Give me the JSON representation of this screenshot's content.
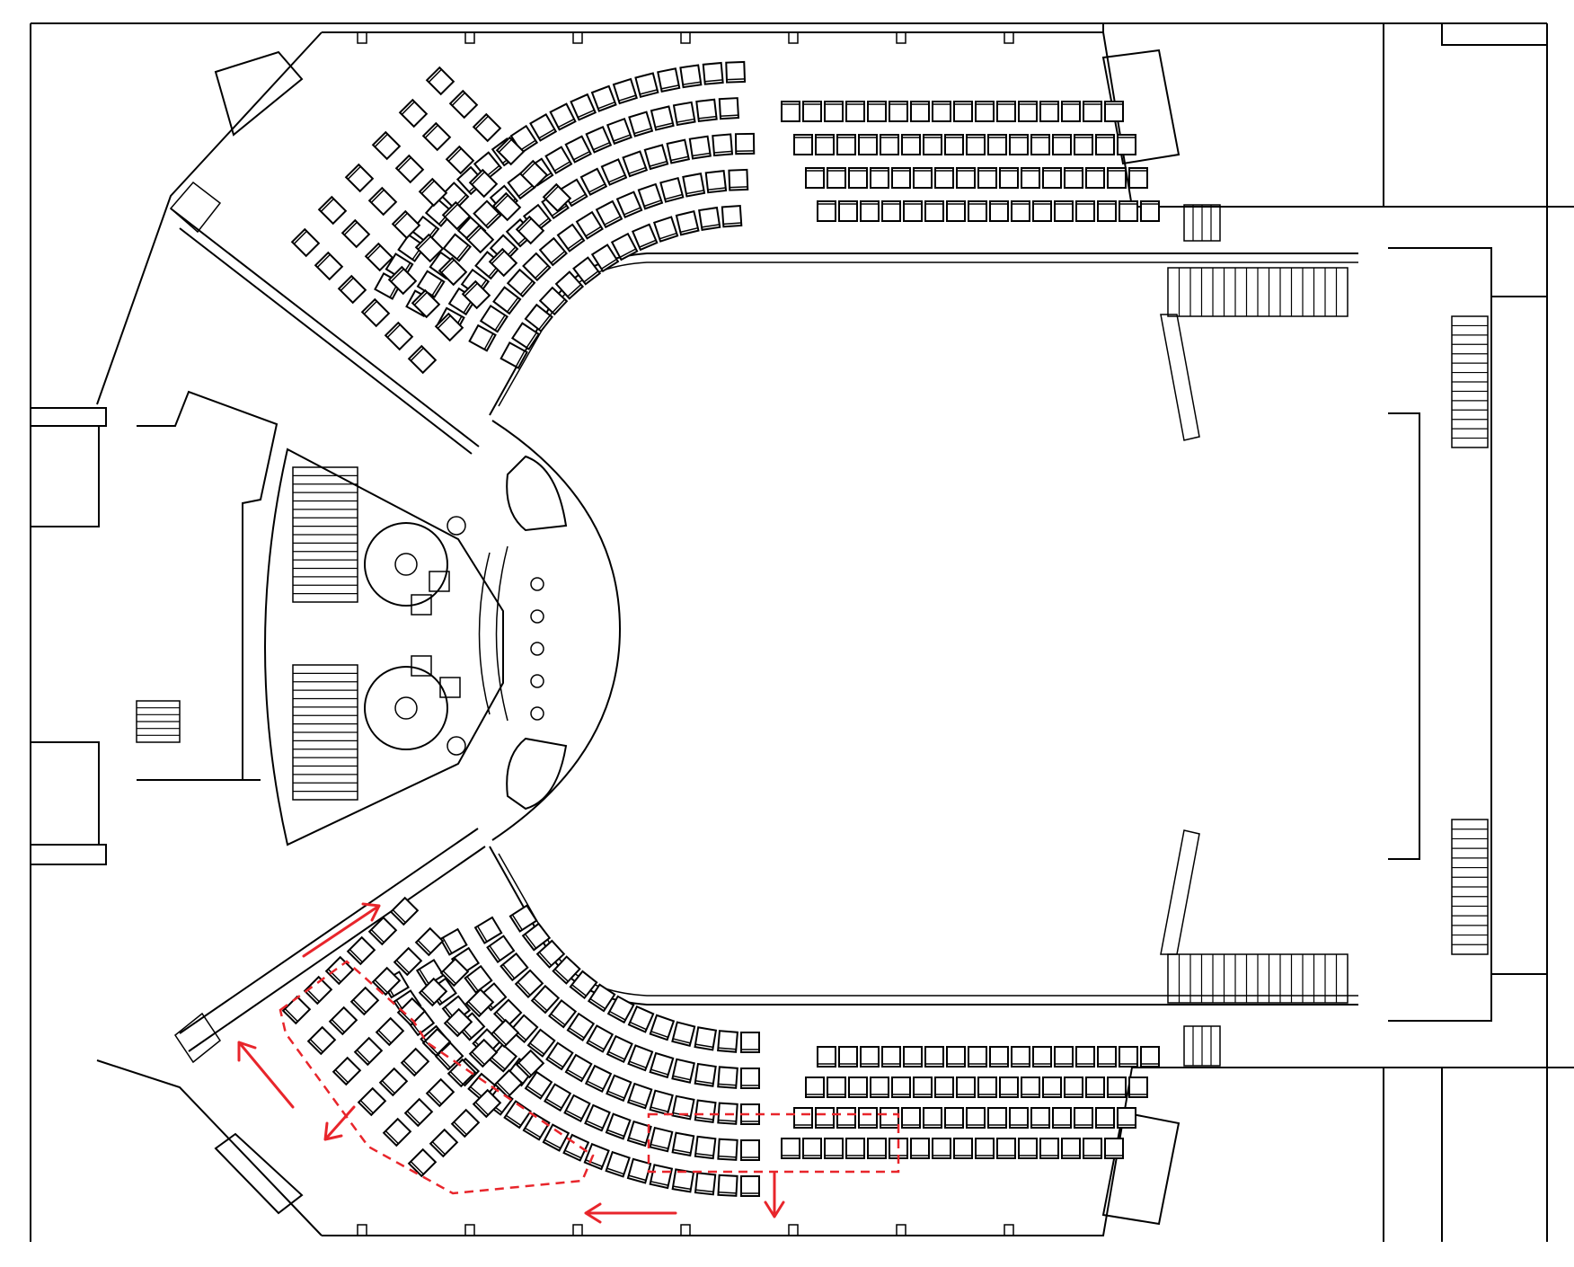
{
  "diagram": {
    "kind": "theater-floor-plan",
    "colors": {
      "line": "#000000",
      "background": "#ffffff",
      "accent": "#e8252b"
    },
    "stage": {
      "shape": "thrust-stage"
    },
    "seating": {
      "sections": [
        {
          "name": "upper-straight",
          "rows": 4,
          "seats_per_row": 16
        },
        {
          "name": "upper-curved",
          "rows": 5
        },
        {
          "name": "upper-wing",
          "rows": 6
        },
        {
          "name": "lower-straight",
          "rows": 4,
          "seats_per_row": 16
        },
        {
          "name": "lower-curved",
          "rows": 5
        },
        {
          "name": "lower-wing",
          "rows": 6
        }
      ]
    },
    "overlays": {
      "evacuation_routes": 2,
      "evacuation_arrows": 5
    }
  }
}
